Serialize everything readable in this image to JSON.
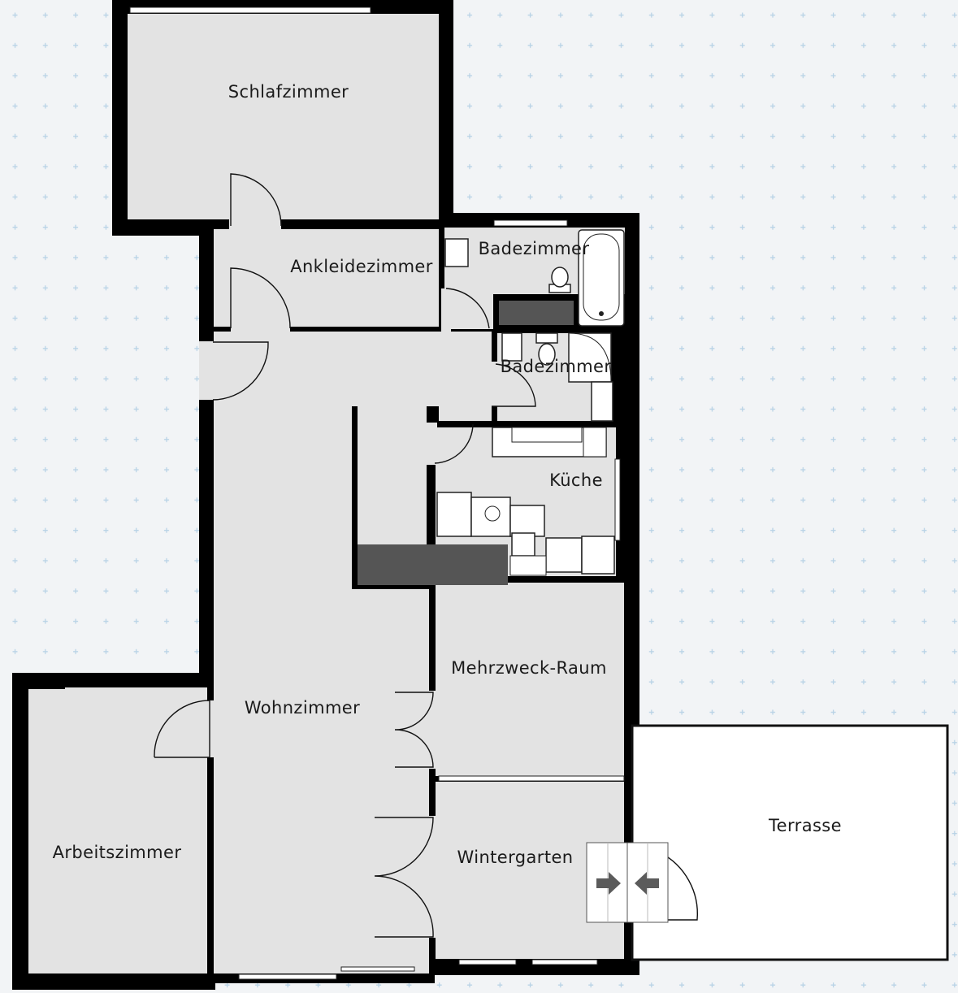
{
  "colors": {
    "background": "#f2f4f6",
    "grid_marker": "#b9d3e6",
    "floor": "#e3e3e3",
    "wall": "#000000",
    "shaft": "#555555",
    "terrace": "#ffffff"
  },
  "rooms": [
    {
      "id": "schlafzimmer",
      "label": "Schlafzimmer"
    },
    {
      "id": "ankleidezimmer",
      "label": "Ankleidezimmer"
    },
    {
      "id": "badezimmer-1",
      "label": "Badezimmer"
    },
    {
      "id": "badezimmer-2",
      "label": "Badezimmer"
    },
    {
      "id": "kueche",
      "label": "Küche"
    },
    {
      "id": "mehrzweck-raum",
      "label": "Mehrzweck-Raum"
    },
    {
      "id": "wohnzimmer",
      "label": "Wohnzimmer"
    },
    {
      "id": "arbeitszimmer",
      "label": "Arbeitszimmer"
    },
    {
      "id": "wintergarten",
      "label": "Wintergarten"
    },
    {
      "id": "terrasse",
      "label": "Terrasse"
    }
  ],
  "icons": {
    "stair_arrows": [
      "arrow-right-icon",
      "arrow-left-icon"
    ]
  }
}
